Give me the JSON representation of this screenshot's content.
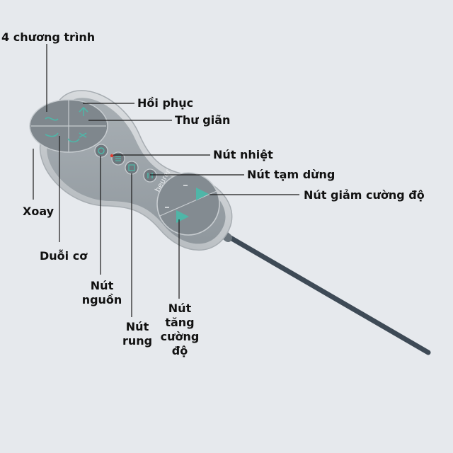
{
  "labels": {
    "four_programs": "4 chương trình",
    "recovery": "Hồi phục",
    "relax": "Thư giãn",
    "heat_button": "Nút nhiệt",
    "pause_button": "Nút tạm dừng",
    "decrease_intensity": "Nút giảm cường độ",
    "rotate": "Xoay",
    "stretch": "Duỗi cơ",
    "power_button_line1": "Nút",
    "power_button_line2": "nguồn",
    "vibration_line1": "Nút",
    "vibration_line2": "rung",
    "increase_line1": "Nút",
    "increase_line2": "tăng",
    "increase_line3": "cường",
    "increase_line4": "độ"
  },
  "device": {
    "brand": "beurer"
  },
  "colors": {
    "background": "#e6e9ed",
    "remote_body": "#c9cdd1",
    "remote_face": "#9fa6ab",
    "cable": "#3e4a56",
    "leader_line": "#1a1a1a",
    "icon_teal": "#4fb6a8",
    "heat_led": "#e23b2e"
  }
}
